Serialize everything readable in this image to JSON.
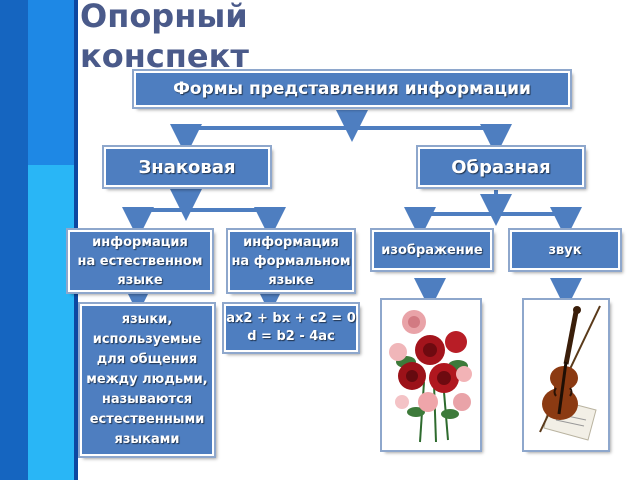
{
  "title": "Опорный конспект",
  "top": "Формы представления информации",
  "sign": "Знаковая",
  "figurative": "Образная",
  "natural_line1": "информация",
  "natural_line2": "на естественном",
  "natural_line3": "языке",
  "formal_line1": "информация",
  "formal_line2": "на формальном",
  "formal_line3": "языке",
  "image": "изображение",
  "sound": "звук",
  "desc_lines": [
    "языки,",
    "используемые",
    "для общения",
    "между людьми,",
    "называются",
    "естественными",
    "языками"
  ],
  "formula_line1": "ax2 + bx + c2 = 0",
  "formula_line2": "d = b2 - 4ac",
  "colors": {
    "box": "#4e7ec0",
    "arrow": "#4e7ec0",
    "title": "#4a5a8a"
  }
}
